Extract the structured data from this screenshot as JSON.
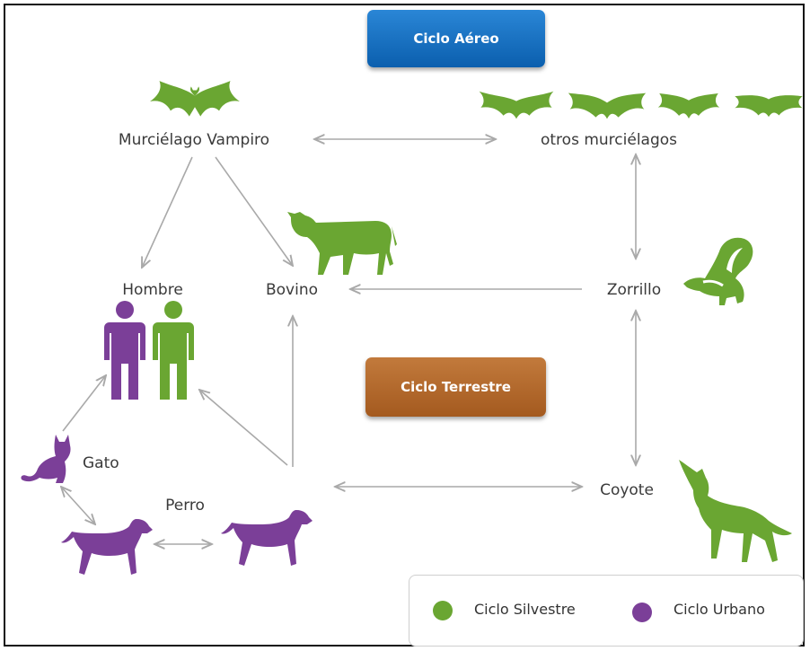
{
  "title_buttons": {
    "aereo": "Ciclo Aéreo",
    "terrestre": "Ciclo Terrestre"
  },
  "nodes": {
    "murcielago_vampiro": "Murciélago Vampiro",
    "otros_murcielagos": "otros murciélagos",
    "hombre": "Hombre",
    "bovino": "Bovino",
    "zorrillo": "Zorrillo",
    "gato": "Gato",
    "perro": "Perro",
    "coyote": "Coyote"
  },
  "legend": {
    "silvestre": {
      "label": "Ciclo Silvestre",
      "color": "#6aa632"
    },
    "urbano": {
      "label": "Ciclo Urbano",
      "color": "#7b3f98"
    }
  },
  "colors": {
    "green": "#6aa632",
    "purple": "#7b3f98",
    "arrow": "#a9a9a9"
  },
  "icons": [
    "bat-icon",
    "cow-icon",
    "skunk-icon",
    "human-icon",
    "cat-icon",
    "dog-icon",
    "coyote-icon"
  ]
}
